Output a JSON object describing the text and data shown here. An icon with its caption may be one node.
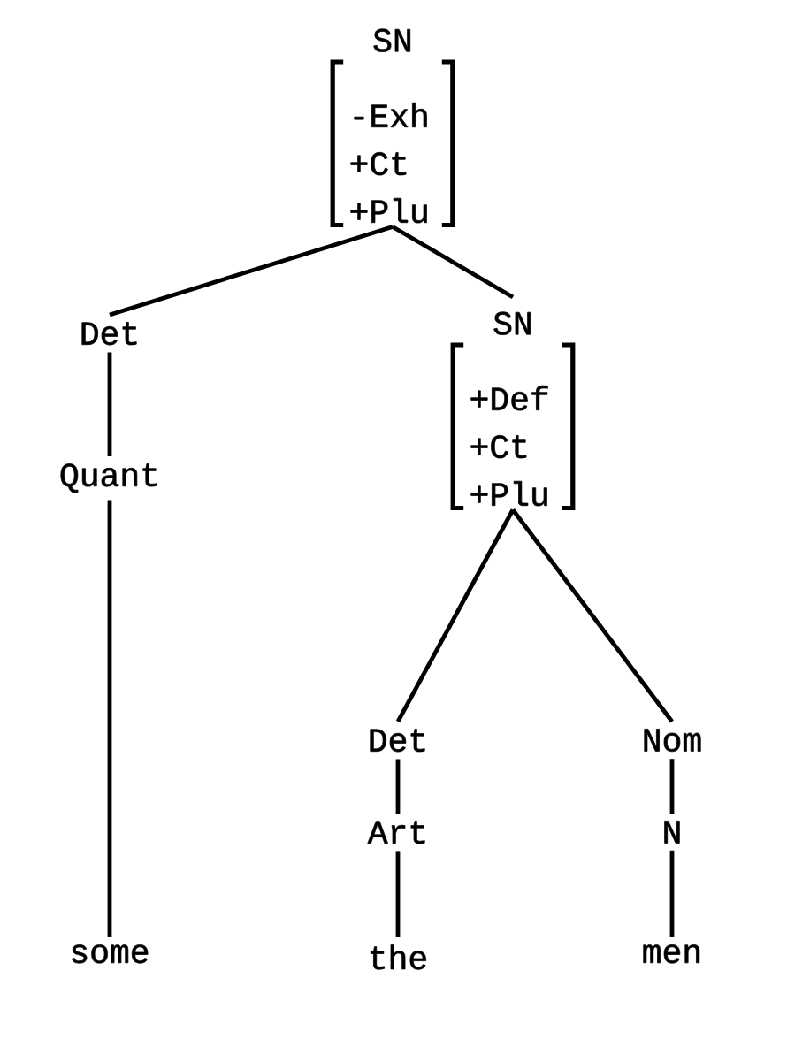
{
  "diagram": {
    "nodes": [
      {
        "text": [
          "SN",
          "-Exh +Ct +Plu"
        ]
      },
      {
        "text": [
          "Det"
        ]
      },
      {
        "text": [
          "SN",
          "+Def +Ct +Plu"
        ]
      },
      {
        "text": [
          "Quant"
        ]
      },
      {
        "text": [
          "some"
        ]
      },
      {
        "text": [
          "Det"
        ]
      },
      {
        "text": [
          "Nom"
        ]
      },
      {
        "text": [
          "Art"
        ]
      },
      {
        "text": [
          "N"
        ]
      },
      {
        "text": [
          "the"
        ]
      },
      {
        "text": [
          "men"
        ]
      }
    ],
    "edges": [
      {
        "from": 0,
        "to": 1,
        "arrow": "none"
      },
      {
        "from": 0,
        "to": 2,
        "arrow": "none"
      },
      {
        "from": 1,
        "to": 3,
        "arrow": "none"
      },
      {
        "from": 3,
        "to": 4,
        "arrow": "none"
      },
      {
        "from": 2,
        "to": 5,
        "arrow": "none"
      },
      {
        "from": 2,
        "to": 6,
        "arrow": "none"
      },
      {
        "from": 5,
        "to": 7,
        "arrow": "none"
      },
      {
        "from": 7,
        "to": 9,
        "arrow": "none"
      },
      {
        "from": 6,
        "to": 8,
        "arrow": "none"
      },
      {
        "from": 8,
        "to": 10,
        "arrow": "none"
      }
    ]
  }
}
